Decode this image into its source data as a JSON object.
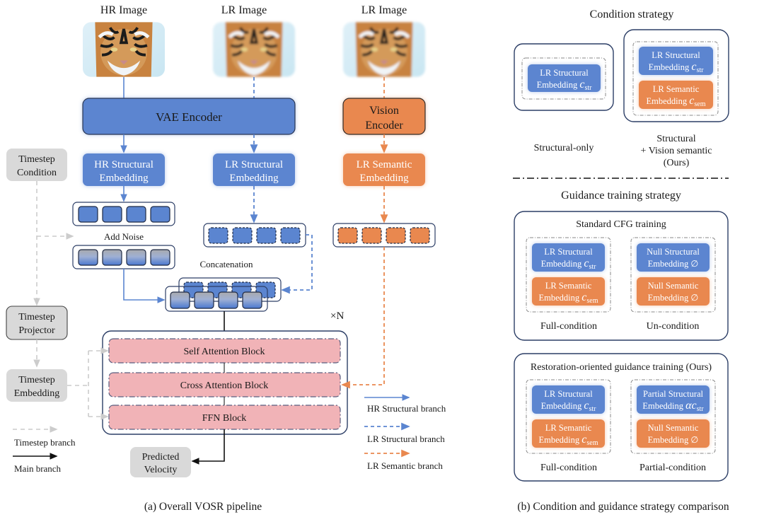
{
  "colors": {
    "structural_blue": "#5b85d0",
    "semantic_orange": "#e9884f",
    "timestep_gray": "#d9d9d9",
    "attention_pink": "#f1b3b7",
    "outline_navy": "#2c3e66",
    "timestep_line": "#cccccc"
  },
  "pipeline": {
    "inputs": [
      {
        "label": "HR Image",
        "quality": "sharp"
      },
      {
        "label": "LR Image",
        "quality": "blurry"
      },
      {
        "label": "LR Image",
        "quality": "blurry"
      }
    ],
    "vae_encoder": "VAE Encoder",
    "vision_encoder": [
      "Vision",
      "Encoder"
    ],
    "hr_embedding": [
      "HR Structural",
      "Embedding"
    ],
    "lr_embedding": [
      "LR Structural",
      "Embedding"
    ],
    "lr_semantic_embedding": [
      "LR Semantic",
      "Embedding"
    ],
    "add_noise": "Add Noise",
    "concatenation": "Concatenation",
    "repeat": "×N",
    "timestep_condition": [
      "Timestep",
      "Condition"
    ],
    "timestep_projector": [
      "Timestep",
      "Projector"
    ],
    "timestep_embedding": [
      "Timestep",
      "Embedding"
    ],
    "blocks": [
      "Self Attention Block",
      "Cross Attention Block",
      "FFN Block"
    ],
    "predicted_velocity": [
      "Predicted",
      "Velocity"
    ],
    "legend_left": [
      "Timestep branch",
      "Main branch"
    ],
    "legend_right": [
      "HR Structural branch",
      "LR Structural branch",
      "LR Semantic branch"
    ],
    "caption": "(a) Overall VOSR pipeline"
  },
  "comparison": {
    "condition_title": "Condition strategy",
    "structural_only": {
      "label": "Structural-only",
      "box": {
        "line1": "LR Structural",
        "line2": "Embedding ",
        "sym": "c",
        "sub": "str"
      }
    },
    "structural_semantic": {
      "label": [
        "Structural",
        "+ Vision semantic",
        "(Ours)"
      ],
      "boxes": [
        {
          "line1": "LR Structural",
          "line2": "Embedding ",
          "sym": "c",
          "sub": "str"
        },
        {
          "line1": "LR Semantic",
          "line2": "Embedding ",
          "sym": "c",
          "sub": "sem"
        }
      ]
    },
    "guidance_title": "Guidance training strategy",
    "standard_cfg": {
      "title": "Standard CFG training",
      "full": {
        "label": "Full-condition",
        "boxes": [
          {
            "line1": "LR Structural",
            "line2": "Embedding ",
            "sym": "c",
            "sub": "str"
          },
          {
            "line1": "LR Semantic",
            "line2": "Embedding ",
            "sym": "c",
            "sub": "sem"
          }
        ]
      },
      "uncond": {
        "label": "Un-condition",
        "boxes": [
          {
            "line1": "Null Structural",
            "line2": "Embedding ∅"
          },
          {
            "line1": "Null Semantic",
            "line2": "Embedding ∅"
          }
        ]
      }
    },
    "restoration": {
      "title": "Restoration-oriented guidance training (Ours)",
      "full": {
        "label": "Full-condition",
        "boxes": [
          {
            "line1": "LR Structural",
            "line2": "Embedding ",
            "sym": "c",
            "sub": "str"
          },
          {
            "line1": "LR Semantic",
            "line2": "Embedding ",
            "sym": "c",
            "sub": "sem"
          }
        ]
      },
      "partial": {
        "label": "Partial-condition",
        "boxes": [
          {
            "line1": "Partial Structural",
            "line2": "Embedding ",
            "sym": "αc",
            "sub": "str"
          },
          {
            "line1": "Null Semantic",
            "line2": "Embedding ∅"
          }
        ]
      }
    },
    "caption": "(b) Condition and guidance strategy comparison"
  }
}
